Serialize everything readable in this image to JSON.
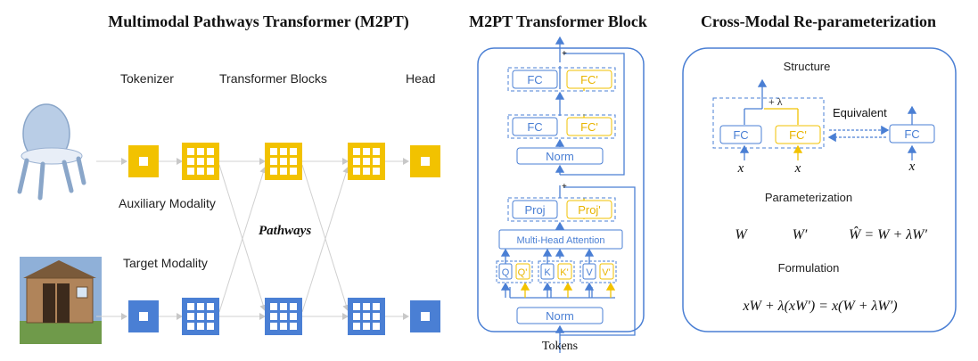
{
  "colors": {
    "blue": "#4a7fd4",
    "yellow": "#f2c200",
    "yellow_text": "#e0a800",
    "line_gray": "#cfcfcf"
  },
  "panel1": {
    "title": "Multimodal Pathways Transformer (M2PT)",
    "tokenizer": "Tokenizer",
    "transformer_blocks": "Transformer Blocks",
    "head": "Head",
    "auxiliary": "Auxiliary Modality",
    "target": "Target Modality",
    "pathways": "Pathways"
  },
  "panel2": {
    "title": "M2PT Transformer Block",
    "fc": "FC",
    "fc_prime": "FC'",
    "norm": "Norm",
    "proj": "Proj",
    "proj_prime": "Proj'",
    "mha": "Multi-Head Attention",
    "q": "Q",
    "q_prime": "Q'",
    "k": "K",
    "k_prime": "K'",
    "v": "V",
    "v_prime": "V'",
    "plus": "+",
    "tokens": "Tokens"
  },
  "panel3": {
    "title": "Cross-Modal Re-parameterization",
    "structure": "Structure",
    "plus_lambda": "+ λ",
    "equivalent": "Equivalent",
    "fc": "FC",
    "fc_prime": "FC'",
    "x": "x",
    "parameterization": "Parameterization",
    "w": "W",
    "w_prime": "W′",
    "w_hat": "Ŵ = W + λW′",
    "formulation": "Formulation",
    "formula": "xW + λ(xW′) = x(W + λW′)"
  }
}
